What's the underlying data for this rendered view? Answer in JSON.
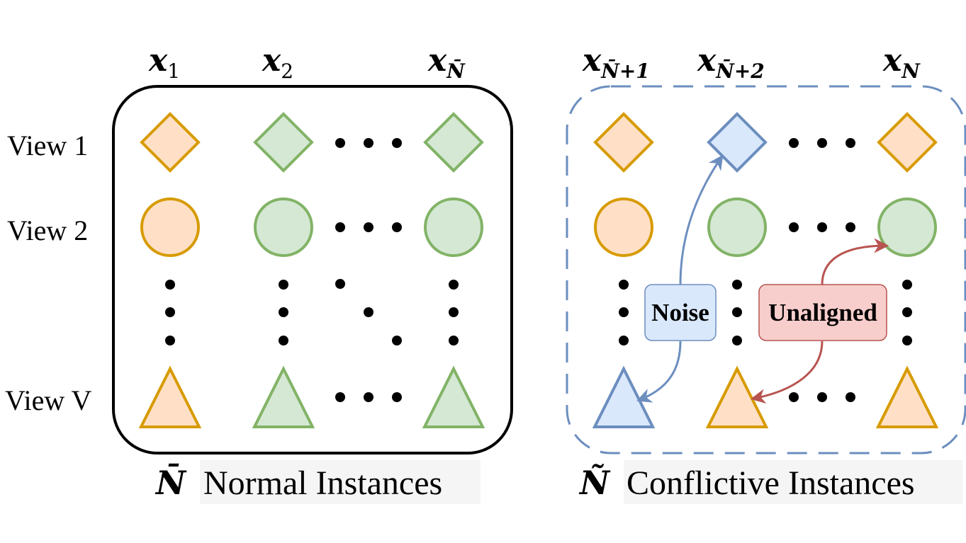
{
  "colors": {
    "orange_fill": "#ffe0c7",
    "orange_stroke": "#d79b00",
    "green_fill": "#d5e8d4",
    "green_stroke": "#82b366",
    "blue_fill": "#dae8fc",
    "blue_stroke": "#6c8ebf",
    "red_fill": "#f8cecc",
    "red_stroke": "#b85450",
    "black": "#000000"
  },
  "row_labels": [
    "View 1",
    "View 2",
    "View V"
  ],
  "left_group": {
    "column_headers": [
      {
        "base": "x",
        "sub": "1"
      },
      {
        "base": "x",
        "sub": "2"
      },
      {
        "base": "x",
        "sub": "N̄"
      }
    ],
    "caption_symbol": "N̄",
    "caption_text": "Normal Instances"
  },
  "right_group": {
    "column_headers": [
      {
        "base": "x",
        "sub": "N̄+1"
      },
      {
        "base": "x",
        "sub": "N̄+2"
      },
      {
        "base": "x",
        "sub": "N"
      }
    ],
    "caption_symbol": "Ñ",
    "caption_text": "Conflictive Instances",
    "noise_label": "Noise",
    "unaligned_label": "Unaligned"
  }
}
